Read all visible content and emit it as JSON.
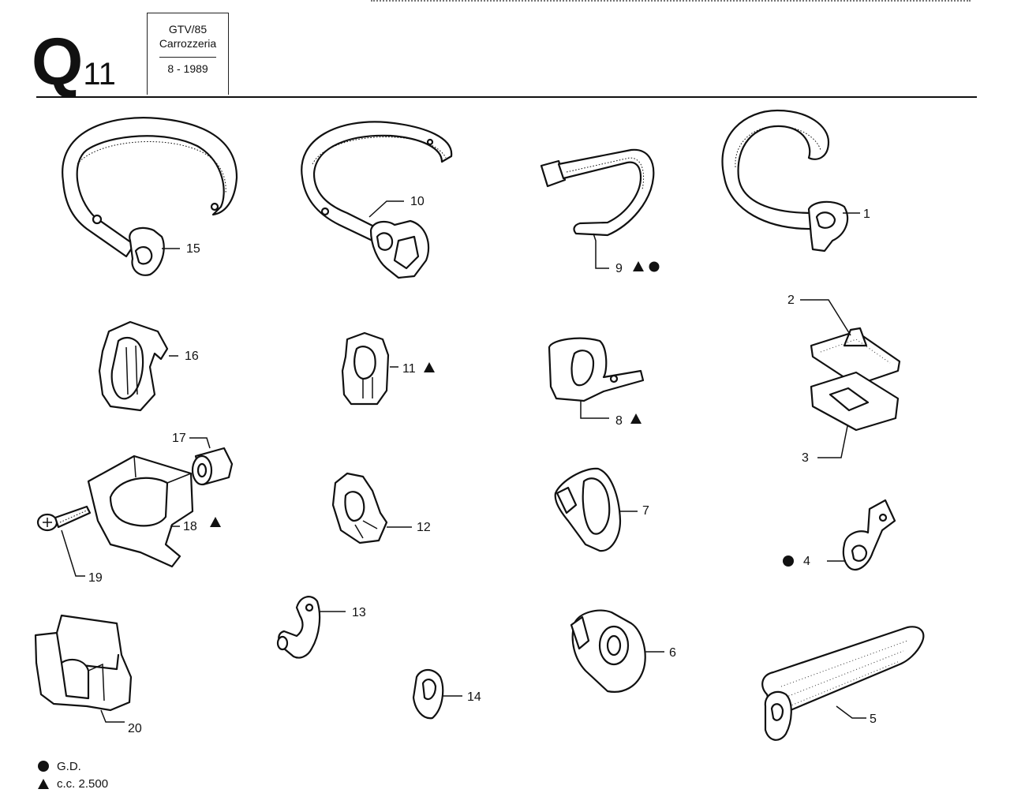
{
  "header": {
    "section_letter": "Q",
    "section_number": "11",
    "model": "GTV/85",
    "group": "Carrozzeria",
    "date": "8 - 1989"
  },
  "callouts": {
    "p1": "1",
    "p2": "2",
    "p3": "3",
    "p4": "4",
    "p5": "5",
    "p6": "6",
    "p7": "7",
    "p8": "8",
    "p9": "9",
    "p10": "10",
    "p11": "11",
    "p12": "12",
    "p13": "13",
    "p14": "14",
    "p15": "15",
    "p16": "16",
    "p17": "17",
    "p18": "18",
    "p19": "19",
    "p20": "20"
  },
  "legend": [
    {
      "symbol": "circle",
      "text": "G.D."
    },
    {
      "symbol": "triangle",
      "text": "c.c. 2.500"
    }
  ],
  "colors": {
    "ink": "#111111",
    "paper": "#ffffff"
  }
}
